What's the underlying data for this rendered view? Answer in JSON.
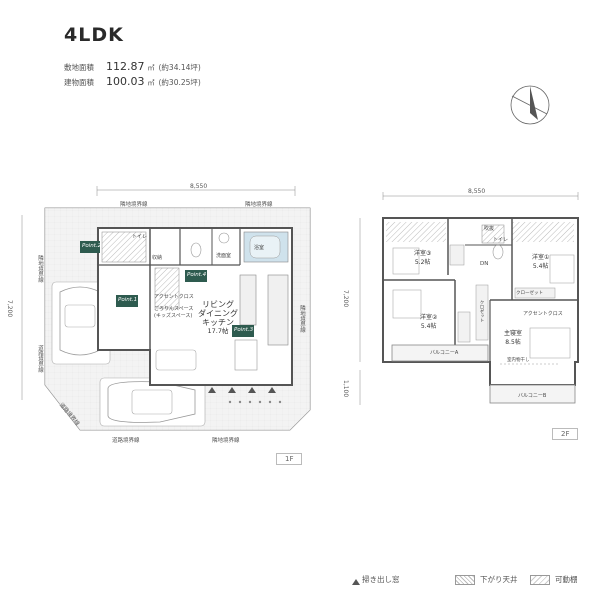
{
  "plan_title": "4LDK",
  "specs": {
    "site": {
      "label": "敷地面積",
      "value": "112.87",
      "unit": "㎡",
      "tsubo": "(約34.14坪)"
    },
    "building": {
      "label": "建物面積",
      "value": "100.03",
      "unit": "㎡",
      "tsubo": "(約30.25坪)"
    }
  },
  "floor1": {
    "tag": "1F",
    "dim_width": "8,550",
    "dim_height": "7,200",
    "boundaries": {
      "top_a": "隣地境界線",
      "top_b": "隣地境界線",
      "left": "隣地境界線",
      "right": "隣地境界線",
      "road_left": "道路境界線",
      "road_corner": "道路境界線",
      "bottom_a": "道路境界線",
      "bottom_b": "隣地境界線"
    },
    "rooms": {
      "toilet": "トイレ",
      "storage": "収納",
      "washroom": "洗面室",
      "bath": "浴室",
      "ldk_line1": "リビング",
      "ldk_line2": "ダイニング",
      "ldk_line3": "キッチン",
      "ldk_size": "17.7帖",
      "accent": "アクセントクロス",
      "free_space": "ごろりんスペース",
      "kids_space": "(キッズスペース)"
    },
    "points": [
      "Point.1",
      "Point.2",
      "Point.3",
      "Point.4"
    ]
  },
  "floor2": {
    "tag": "2F",
    "dim_width": "8,550",
    "dim_height": "7,200",
    "dim_extra": "1,100",
    "rooms": {
      "west3": "洋室③",
      "west3_size": "5.2帖",
      "west1": "洋室①",
      "west1_size": "5.4帖",
      "west2": "洋室②",
      "west2_size": "5.4帖",
      "master": "主寝室",
      "master_size": "8.5帖",
      "closet": "クローゼット",
      "wic": "クロゼット",
      "toilet": "トイレ",
      "dn": "DN",
      "accent": "アクセントクロス",
      "indoor_dry": "室内物干し",
      "balcony_a": "バルコニーA",
      "balcony_b": "バルコニーB",
      "ceiling": "吹抜"
    }
  },
  "legend": {
    "window": "掃き出し窓",
    "ceiling": "下がり天井",
    "shelf": "可動棚"
  },
  "colors": {
    "wall": "#555555",
    "point": "#2e5b4f",
    "bath": "#cfe2ec",
    "road": "#e6e6e6"
  }
}
